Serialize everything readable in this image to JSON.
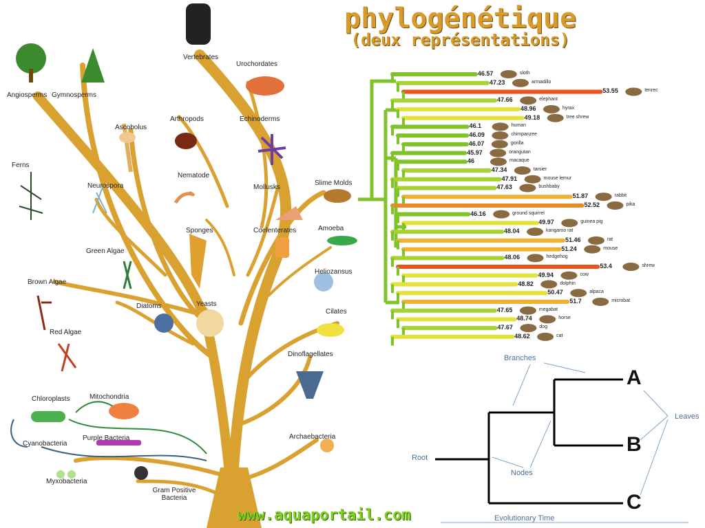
{
  "title": {
    "line1": "phylogénétique",
    "line2": "(deux représentations)"
  },
  "watermark": "www.aquaportail.com",
  "tree_of_life": {
    "labels": [
      "Angiosperms",
      "Gymnosperms",
      "Ferns",
      "Ascobolus",
      "Neurospora",
      "Green Algae",
      "Brown Algae",
      "Red Algae",
      "Diatoms",
      "Vertebrates",
      "Urochordates",
      "Arthropods",
      "Echinoderms",
      "Nematode",
      "Mollusks",
      "Slime Molds",
      "Sponges",
      "Coelenterates",
      "Amoeba",
      "Heliozansus",
      "Yeasts",
      "Cilates",
      "Dinoflagellates",
      "Chloroplasts",
      "Mitochondria",
      "Cyanobacteria",
      "Purple Bacteria",
      "Myxobacteria",
      "Gram Positive Bacteria",
      "Archaebacteria"
    ]
  },
  "mammal_tree": {
    "leaves": [
      {
        "name": "sloth",
        "value": 46.57
      },
      {
        "name": "armadillo",
        "value": 47.23
      },
      {
        "name": "tenrec",
        "value": 53.55
      },
      {
        "name": "elephant",
        "value": 47.66
      },
      {
        "name": "hyrax",
        "value": 48.96
      },
      {
        "name": "tree shrew",
        "value": 49.18
      },
      {
        "name": "human",
        "value": 46.1
      },
      {
        "name": "chimpanzee",
        "value": 46.09
      },
      {
        "name": "gorilla",
        "value": 46.07
      },
      {
        "name": "orangutan",
        "value": 45.97
      },
      {
        "name": "macaque",
        "value": 46
      },
      {
        "name": "tarsier",
        "value": 47.34
      },
      {
        "name": "mouse lemur",
        "value": 47.91
      },
      {
        "name": "bushbaby",
        "value": 47.63
      },
      {
        "name": "rabbit",
        "value": 51.87
      },
      {
        "name": "pika",
        "value": 52.52
      },
      {
        "name": "ground squirrel",
        "value": 46.16
      },
      {
        "name": "guinea pig",
        "value": 49.97
      },
      {
        "name": "kangaroo rat",
        "value": 48.04
      },
      {
        "name": "rat",
        "value": 51.46
      },
      {
        "name": "mouse",
        "value": 51.24
      },
      {
        "name": "hedgehog",
        "value": 48.06
      },
      {
        "name": "shrew",
        "value": 53.4
      },
      {
        "name": "cow",
        "value": 49.94
      },
      {
        "name": "dolphin",
        "value": 48.82
      },
      {
        "name": "alpaca",
        "value": 50.47
      },
      {
        "name": "microbat",
        "value": 51.7
      },
      {
        "name": "megabat",
        "value": 47.65
      },
      {
        "name": "horse",
        "value": 48.74
      },
      {
        "name": "dog",
        "value": 47.67
      },
      {
        "name": "cat",
        "value": 48.62
      }
    ]
  },
  "schematic": {
    "branches": "Branches",
    "leaves": "Leaves",
    "root": "Root",
    "nodes": "Nodes",
    "time": "Evolutionary Time",
    "leaf_a": "A",
    "leaf_b": "B",
    "leaf_c": "C",
    "line_color": "#000000",
    "annotation_color": "#4b6f9a"
  }
}
